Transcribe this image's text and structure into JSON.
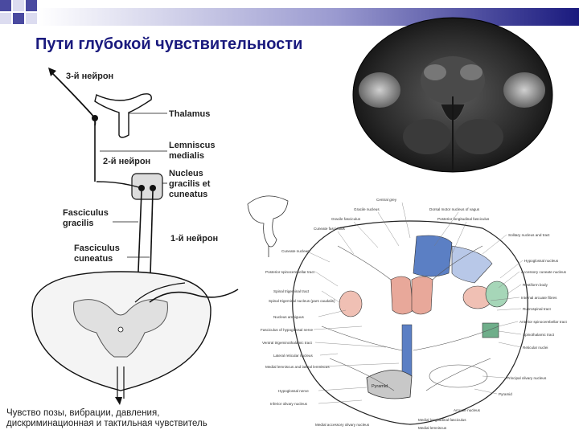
{
  "slide": {
    "title": "Пути глубокой чувствительности",
    "deco_colors": [
      "#dcdcf0",
      "#4a4aa0",
      "#1a1a7e"
    ]
  },
  "spinal_diagram": {
    "labels": {
      "neuron3": "3-й нейрон",
      "thalamus": "Thalamus",
      "lemniscus1": "Lemniscus",
      "lemniscus2": "medialis",
      "neuron2": "2-й нейрон",
      "nucleus1": "Nucleus",
      "nucleus2": "gracilis et",
      "nucleus3": "cuneatus",
      "fgracilis1": "Fasciculus",
      "fgracilis2": "gracilis",
      "neuron1": "1-й нейрон",
      "fcuneatus1": "Fasciculus",
      "fcuneatus2": "cuneatus"
    },
    "caption": {
      "line1": "Чувство позы, вибрации, давления,",
      "line2": "дискриминационная и тактильная чувствитель"
    }
  },
  "medulla_diagram": {
    "left_labels": [
      "Cuneate nucleus",
      "Posterior spinocerebellar tract",
      "Spinal trigeminal tract",
      "Spinal trigeminal nucleus (pars caudalis)",
      "Nucleus ambiguus",
      "Fasciculus of hypoglossal nerve",
      "Ventral trigeminothalamic tract",
      "Lateral reticular nucleus",
      "Medial lemniscus and lateral lemniscus",
      "Hypoglossal nerve",
      "Inferior olivary nucleus"
    ],
    "top_labels": [
      "Central grey",
      "Gracile nucleus",
      "Gracile fasciculus",
      "Cuneate fasciculus",
      "Dorsal motor nucleus of vagus",
      "Posterior longitudinal fasciculus"
    ],
    "right_labels": [
      "Solitary nucleus and tract",
      "Hypoglossal nucleus",
      "Accessory cuneate nucleus",
      "Restiform body",
      "Internal arcuate fibres",
      "Rubrospinal tract",
      "Anterior spinocerebellar tract",
      "Spinothalamic tract",
      "Reticular nuclei",
      "Principal olivary nucleus",
      "Pyramid",
      "Arcuate nucleus",
      "Medial accessory olivary nucleus",
      "Medial longitudinal fasciculus",
      "Medial lemniscus"
    ],
    "pyramid_label": "Pyramid",
    "colors": [
      "#5b7fc4",
      "#e8a89a",
      "#6fae8a",
      "#c8c8c8"
    ]
  }
}
